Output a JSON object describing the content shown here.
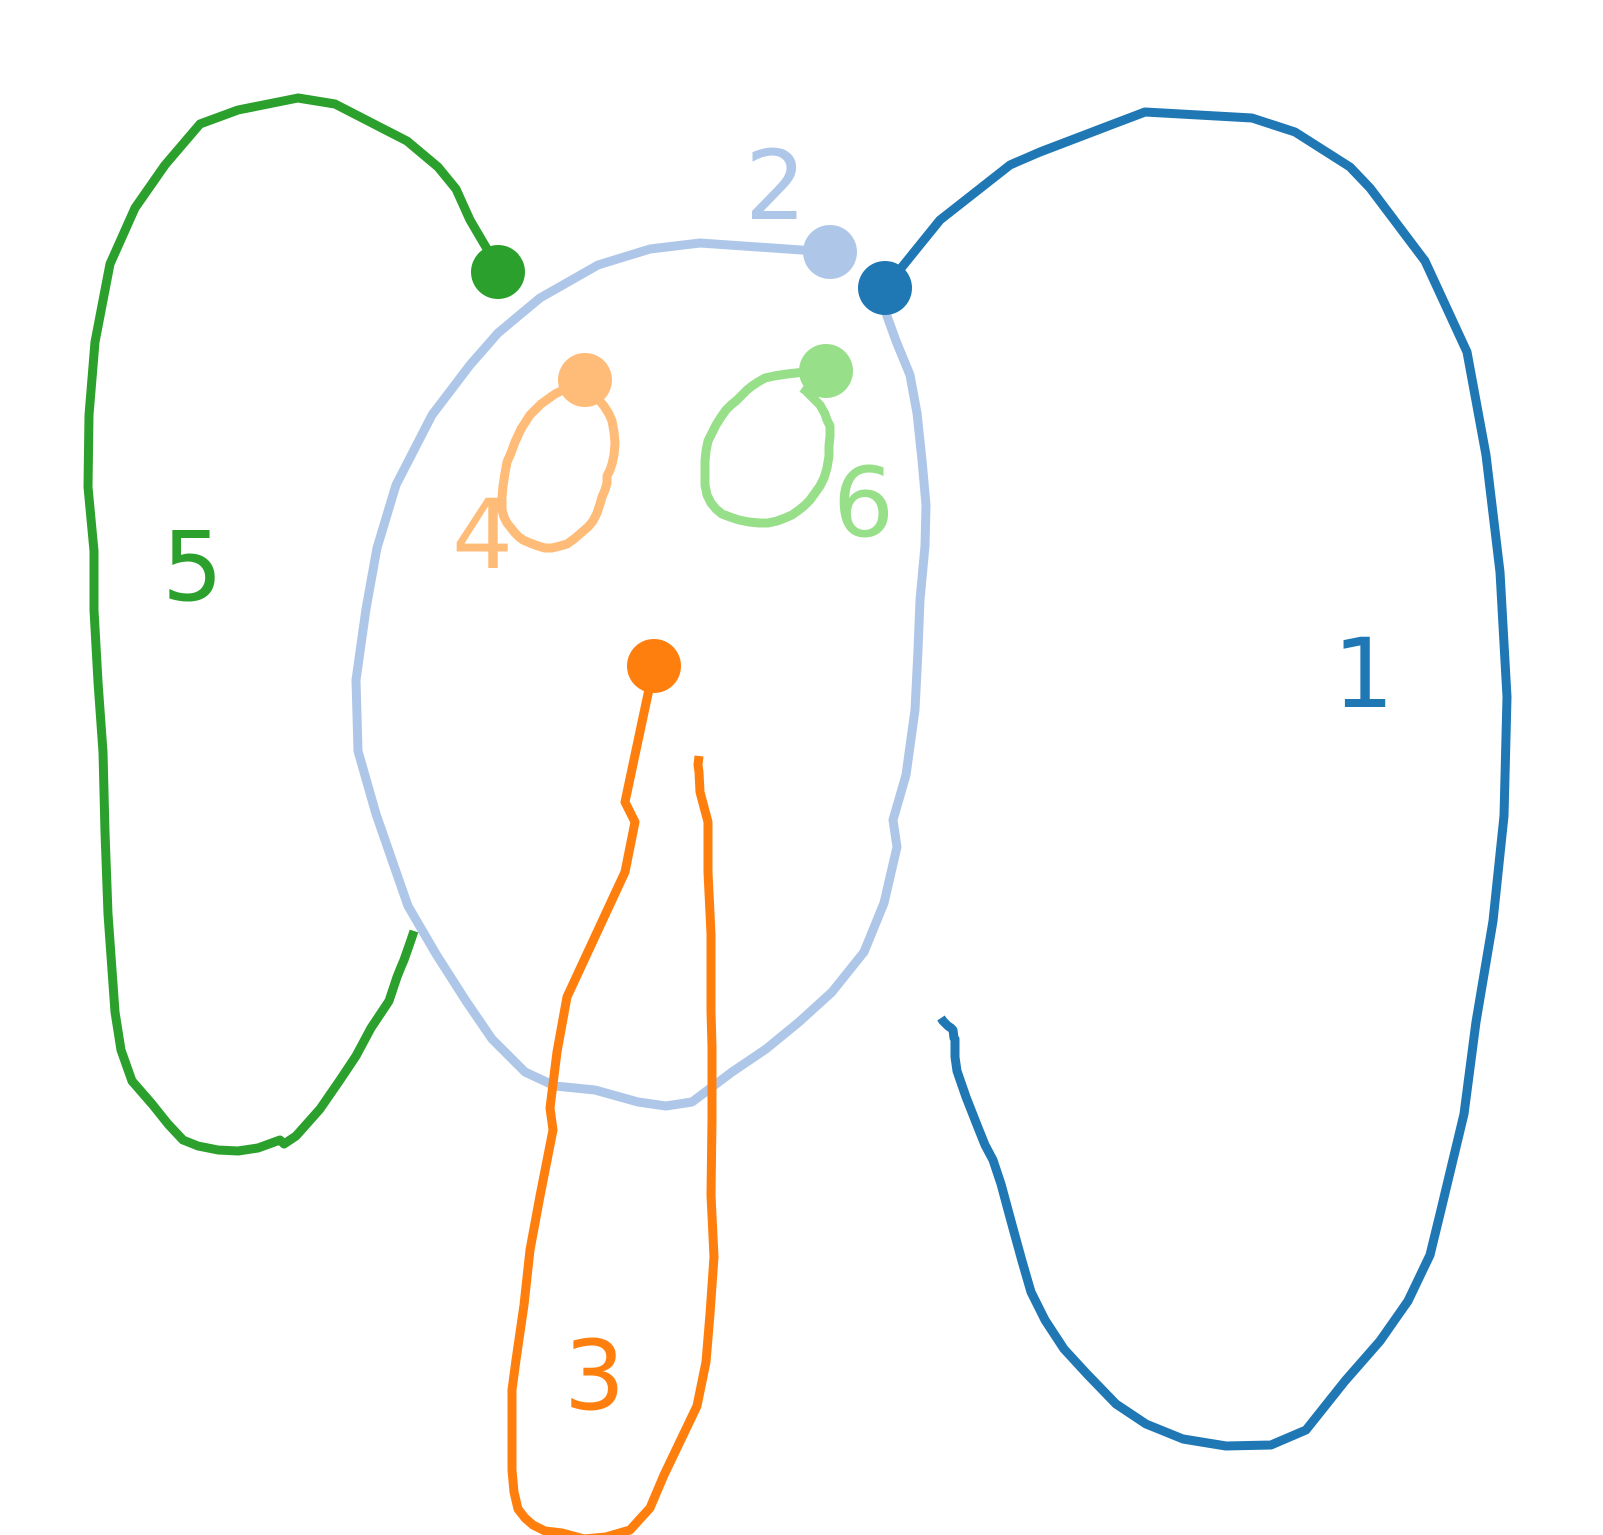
{
  "strokes": [
    {
      "id": "1",
      "label": "1",
      "color": "#1f77b4"
    },
    {
      "id": "2",
      "label": "2",
      "color": "#aec7e8"
    },
    {
      "id": "3",
      "label": "3",
      "color": "#ff7f0e"
    },
    {
      "id": "4",
      "label": "4",
      "color": "#ffbb78"
    },
    {
      "id": "5",
      "label": "5",
      "color": "#2ca02c"
    },
    {
      "id": "6",
      "label": "6",
      "color": "#98df8a"
    }
  ]
}
